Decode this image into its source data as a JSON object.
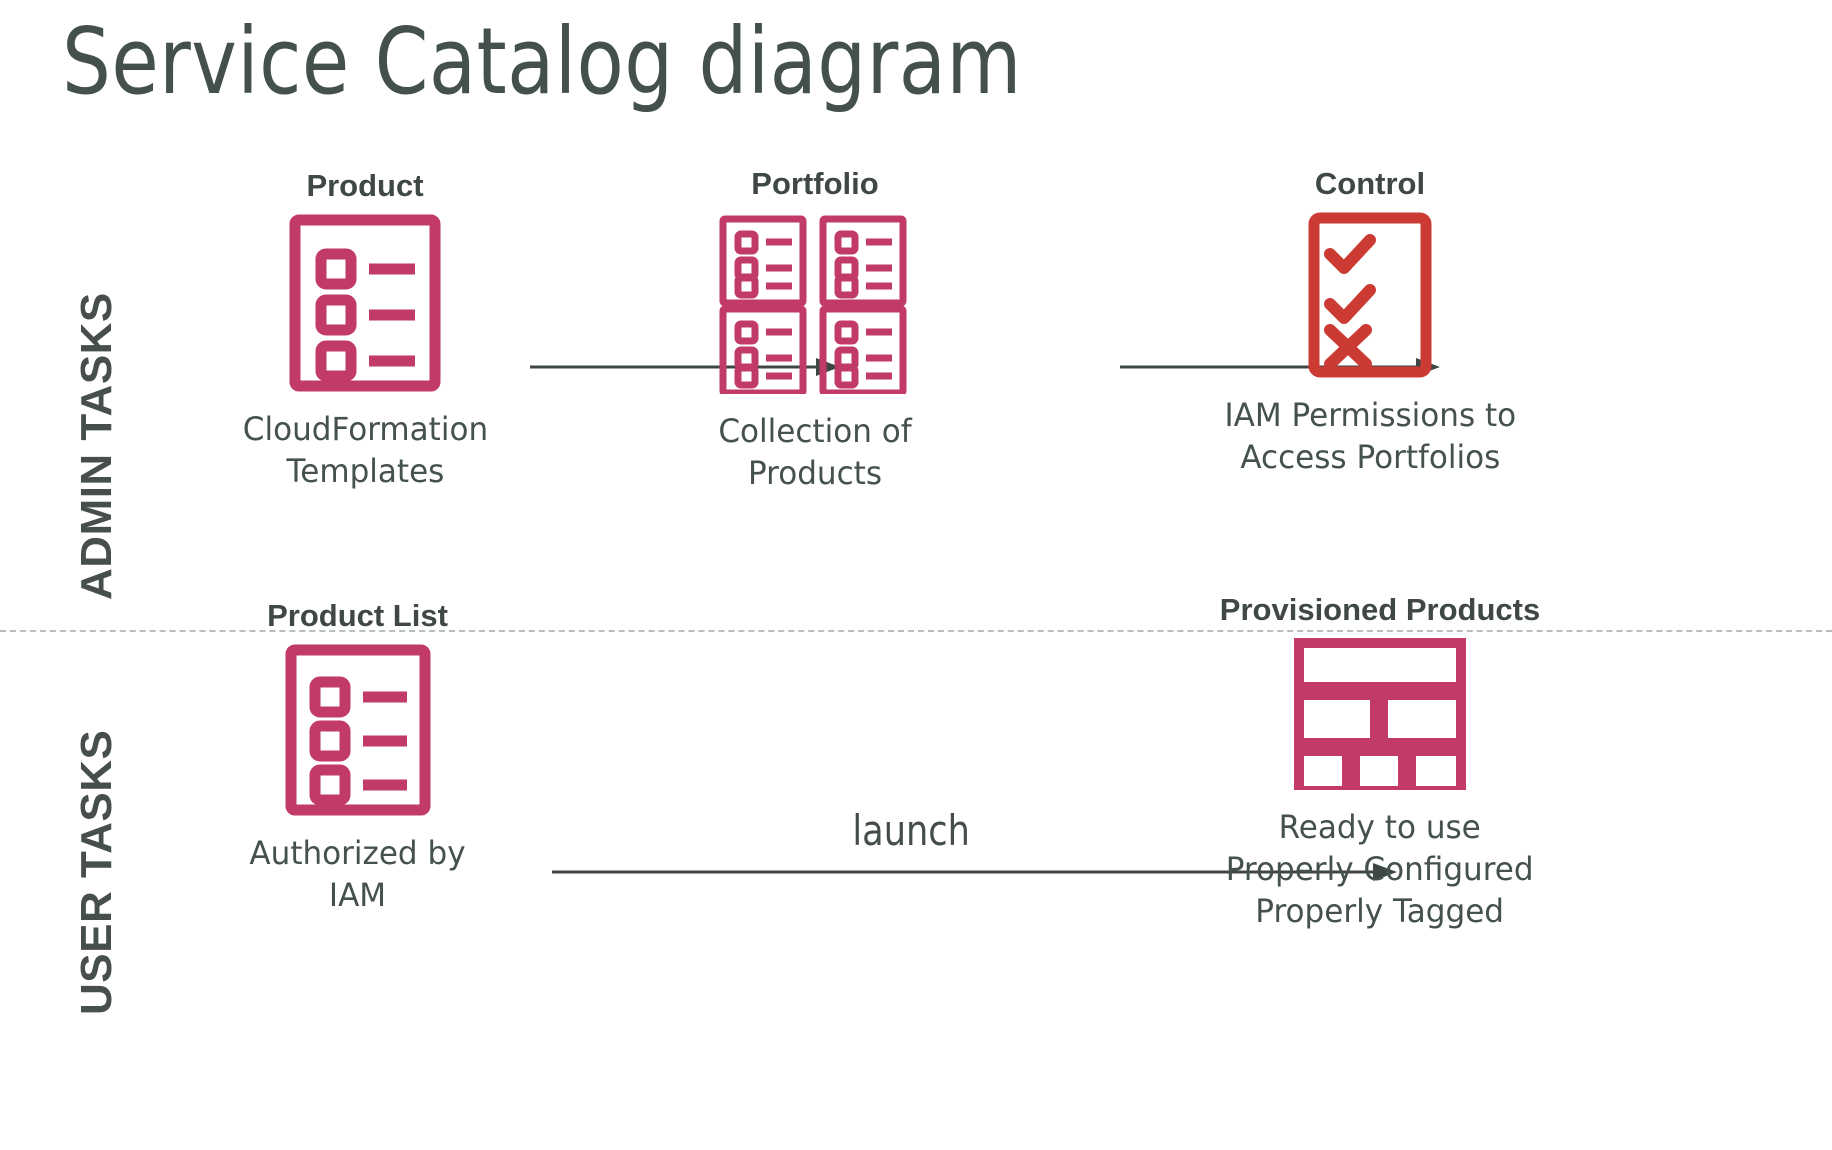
{
  "title": "Service Catalog diagram",
  "lanes": [
    {
      "id": "admin",
      "label": "ADMIN TASKS"
    },
    {
      "id": "user",
      "label": "USER TASKS"
    }
  ],
  "colors": {
    "crimson": "#C13A68",
    "brick_red": "#CB3B34",
    "text_dark": "#43504e",
    "divider": "#b9bfbf",
    "arrow": "#3e4746"
  },
  "admin": {
    "nodes": [
      {
        "id": "product",
        "title": "Product",
        "caption": "CloudFormation\nTemplates",
        "icon": "document-checklist-icon",
        "color": "#C13A68"
      },
      {
        "id": "portfolio",
        "title": "Portfolio",
        "caption": "Collection of Products",
        "icon": "four-documents-grid-icon",
        "color": "#C13A68"
      },
      {
        "id": "control",
        "title": "Control",
        "caption": "IAM Permissions to\nAccess Portfolios",
        "icon": "checklist-check-check-cross-icon",
        "color": "#CB3B34"
      }
    ],
    "arrows": [
      {
        "id": "product-to-portfolio",
        "label": ""
      },
      {
        "id": "portfolio-to-control",
        "label": ""
      }
    ]
  },
  "user": {
    "nodes": [
      {
        "id": "product-list",
        "title": "Product List",
        "caption": "Authorized by IAM",
        "icon": "document-checklist-icon",
        "color": "#C13A68"
      },
      {
        "id": "provisioned-products",
        "title": "Provisioned Products",
        "caption": "Ready to use\nProperly Configured\nProperly Tagged",
        "icon": "tiles-layout-icon",
        "color": "#C13A68"
      }
    ],
    "arrows": [
      {
        "id": "launch",
        "label": "launch"
      }
    ]
  }
}
